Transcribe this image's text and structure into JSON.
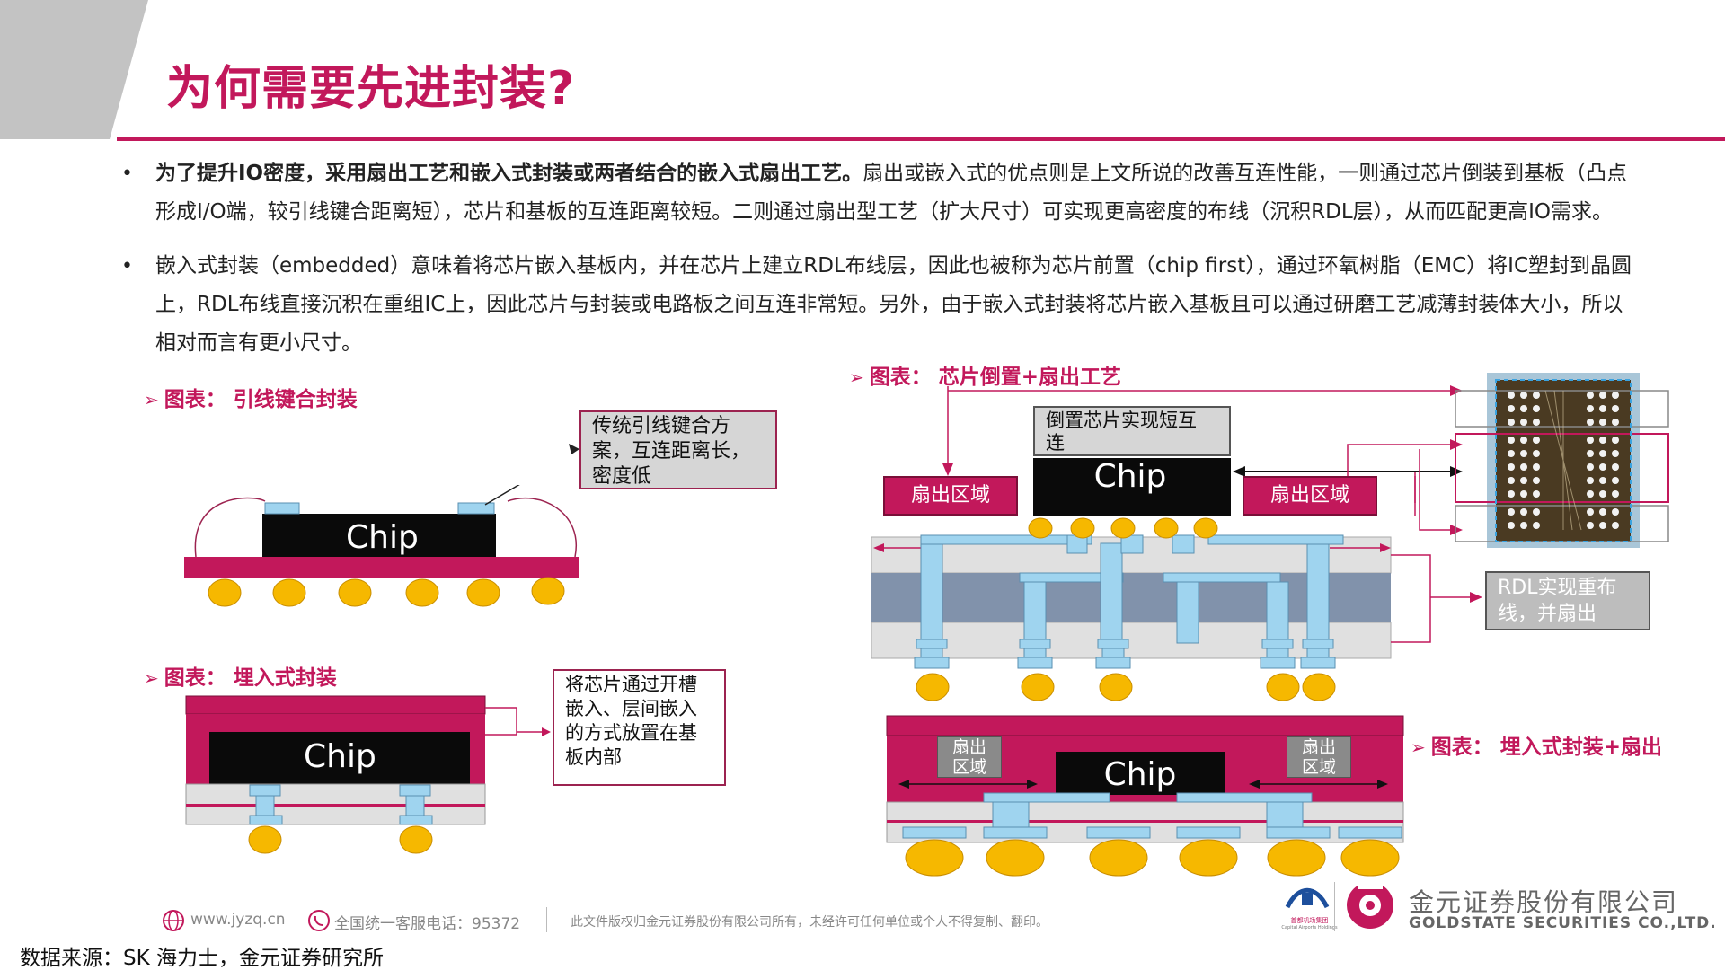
{
  "header": {
    "title": "为何需要先进封装?"
  },
  "bullets": [
    {
      "bold": "为了提升IO密度，采用扇出工艺和嵌入式封装或两者结合的嵌入式扇出工艺。",
      "line1": "扇出或嵌入式的优点则是上文所说的改善互连性能，一则通过芯片倒装到基板（凸点",
      "line2": "形成I/O端，较引线键合距离短），芯片和基板的互连距离较短。二则通过扇出型工艺（扩大尺寸）可实现更高密度的布线（沉积RDL层），从而匹配更高IO需求。"
    },
    {
      "line1": "嵌入式封装（embedded）意味着将芯片嵌入基板内，并在芯片上建立RDL布线层，因此也被称为芯片前置（chip first），通过环氧树脂（EMC）将IC塑封到晶圆",
      "line2": "上，RDL布线直接沉积在重组IC上，因此芯片与封装或电路板之间互连非常短。另外，由于嵌入式封装将芯片嵌入基板且可以通过研磨工艺减薄封装体大小，所以",
      "line3": "相对而言有更小尺寸。"
    }
  ],
  "bullet_glyph": "•",
  "fig_arrow": "➢",
  "figures": {
    "wire_bond": {
      "label": "图表： 引线键合封装",
      "chip": "Chip",
      "callout": [
        "传统引线键合方",
        "案，互连距离长，",
        "密度低"
      ]
    },
    "embedded": {
      "label": "图表： 埋入式封装",
      "chip": "Chip",
      "callout": [
        "将芯片通过开槽",
        "嵌入、层间嵌入",
        "的方式放置在基",
        "板内部"
      ]
    },
    "flip_fanout": {
      "label": "图表： 芯片倒置+扇出工艺",
      "chip": "Chip",
      "top_callout": [
        "倒置芯片实现短互",
        "连"
      ],
      "fanout_left": "扇出区域",
      "fanout_right": "扇出区域",
      "rdl_callout": [
        "RDL实现重布",
        "线，并扇出"
      ]
    },
    "embedded_fanout": {
      "label": "图表： 埋入式封装+扇出",
      "chip": "Chip",
      "fanout_left": [
        "扇出",
        "区域"
      ],
      "fanout_right": [
        "扇出",
        "区域"
      ]
    }
  },
  "footer": {
    "website": "www.jyzq.cn",
    "hotline": "全国统一客服电话：95372",
    "copyright": "此文件版权归金元证券股份有限公司所有，未经许可任何单位或个人不得复制、翻印。",
    "partner_logo_text": "首都机场集团",
    "partner_logo_sub": "Capital Airports Holdings",
    "company_cn": "金元证券股份有限公司",
    "company_en": "GOLDSTATE SECURITIES CO.,LTD."
  },
  "source": "数据来源：SK 海力士，金元证券研究所",
  "colors": {
    "accent": "#c2185b",
    "chip": "#0a0a0a",
    "bump": "#f6b800",
    "via": "#9fd4ef",
    "grey_layer": "#e0e0e0",
    "blue_layer": "#8192ab",
    "pink_body": "#c2185b"
  }
}
